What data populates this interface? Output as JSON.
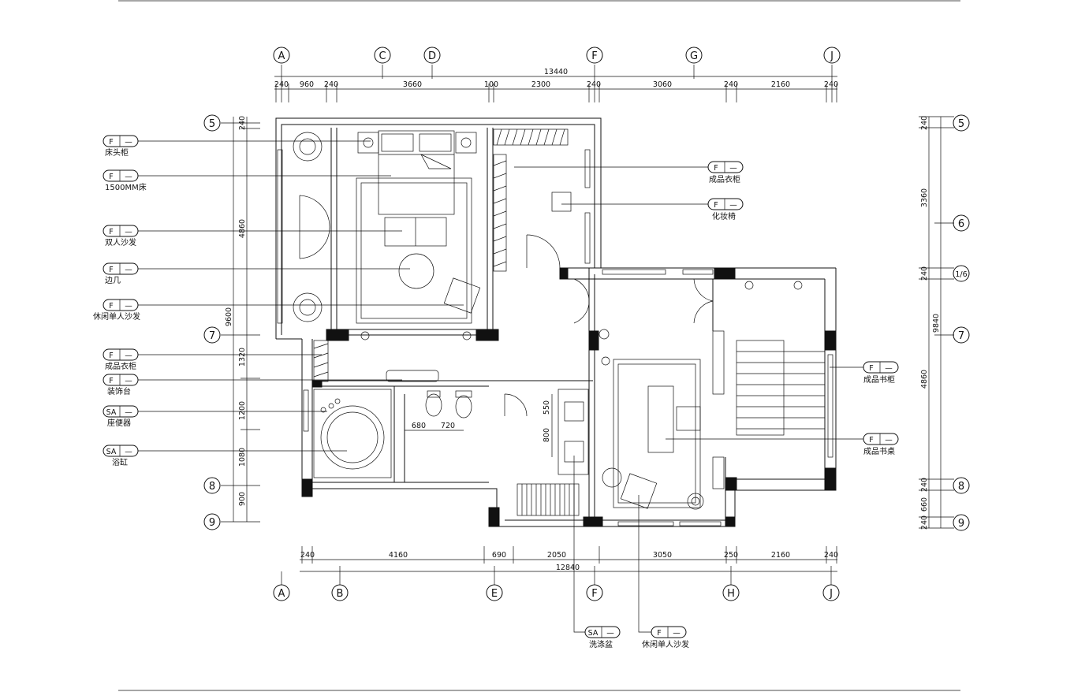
{
  "drawing": {
    "top_axes": [
      "A",
      "C",
      "D",
      "F",
      "G",
      "J"
    ],
    "bottom_axes": [
      "A",
      "B",
      "E",
      "F",
      "H",
      "J"
    ],
    "left_axes": [
      "5",
      "7",
      "8",
      "9"
    ],
    "right_axes": [
      "5",
      "6",
      "1/6",
      "7",
      "8",
      "9"
    ],
    "top_total": "13440",
    "top_segments": [
      "240",
      "960",
      "240",
      "3660",
      "100",
      "2300",
      "240",
      "3060",
      "240",
      "2160",
      "240"
    ],
    "bottom_total": "12840",
    "bottom_segments": [
      "240",
      "4160",
      "690",
      "2050",
      "3050",
      "250",
      "2160",
      "240"
    ],
    "left_outer": "9600",
    "left_segments": [
      "240",
      "4860",
      "1320",
      "1200",
      "1080",
      "900"
    ],
    "right_outer": "9840",
    "right_segments": [
      "240",
      "3360",
      "240",
      "4860",
      "240",
      "660",
      "240"
    ],
    "inner_dims": [
      "680",
      "720",
      "550",
      "800"
    ]
  },
  "tags": [
    {
      "code": "F",
      "num": "—",
      "label": "床头柜"
    },
    {
      "code": "F",
      "num": "—",
      "label": "1500MM床"
    },
    {
      "code": "F",
      "num": "—",
      "label": "双人沙发"
    },
    {
      "code": "F",
      "num": "—",
      "label": "边几"
    },
    {
      "code": "F",
      "num": "—",
      "label": "休闲单人沙发"
    },
    {
      "code": "F",
      "num": "—",
      "label": "成品衣柜"
    },
    {
      "code": "F",
      "num": "—",
      "label": "装饰台"
    },
    {
      "code": "SA",
      "num": "—",
      "label": "座便器"
    },
    {
      "code": "SA",
      "num": "—",
      "label": "浴缸"
    },
    {
      "code": "F",
      "num": "—",
      "label": "成品衣柜"
    },
    {
      "code": "F",
      "num": "—",
      "label": "化妆椅"
    },
    {
      "code": "F",
      "num": "—",
      "label": "成品书柜"
    },
    {
      "code": "F",
      "num": "—",
      "label": "成品书桌"
    },
    {
      "code": "SA",
      "num": "—",
      "label": "洗涤盆"
    },
    {
      "code": "F",
      "num": "—",
      "label": "休闲单人沙发"
    }
  ]
}
